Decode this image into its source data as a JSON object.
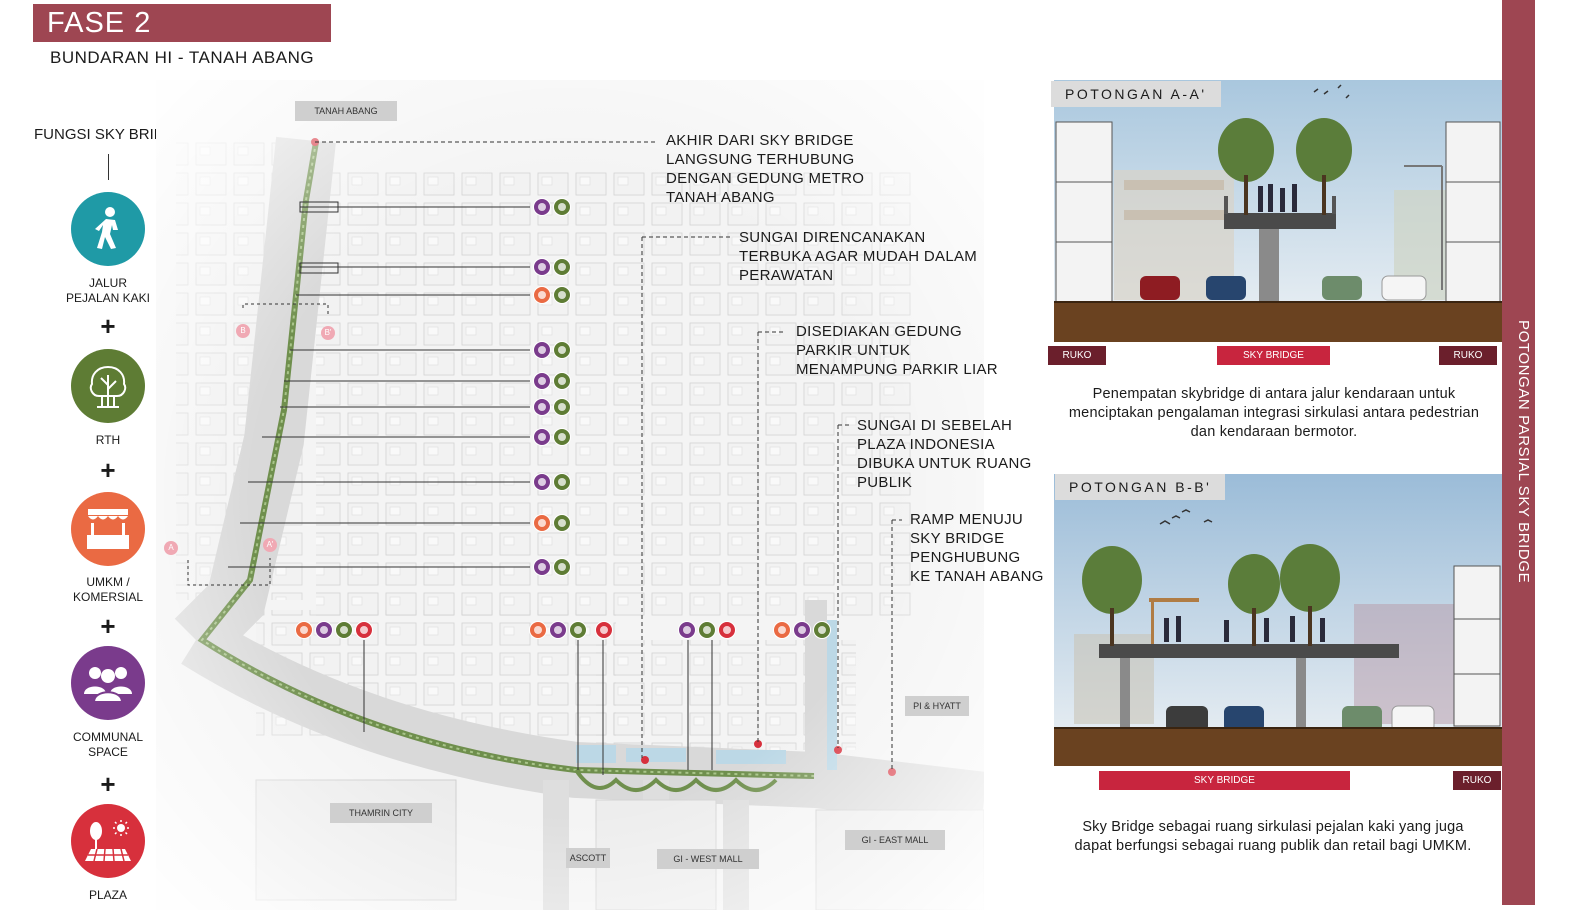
{
  "header": {
    "phase": "FASE 2",
    "subtitle": "BUNDARAN HI  -  TANAH ABANG"
  },
  "side_label": "POTONGAN PARSIAL SKY BRIDGE",
  "legend": {
    "title": "FUNGSI SKY BRIDGE",
    "items": [
      {
        "label": "JALUR\nPEJALAN KAKI",
        "icon": "pedestrian-icon",
        "color": "#1f9aa6"
      },
      {
        "label": "RTH",
        "icon": "tree-icon",
        "color": "#5e7c34"
      },
      {
        "label": "UMKM /\nKOMERSIAL",
        "icon": "kiosk-icon",
        "color": "#ea6a43"
      },
      {
        "label": "COMMUNAL\nSPACE",
        "icon": "people-icon",
        "color": "#7a3b8c"
      },
      {
        "label": "PLAZA",
        "icon": "plaza-icon",
        "color": "#d7303c"
      }
    ],
    "plus": "+"
  },
  "map": {
    "tags": {
      "tanah_abang": "TANAH ABANG",
      "pi_hyatt": "PI & HYATT",
      "thamrin_city": "THAMRIN CITY",
      "ascott": "ASCOTT",
      "gi_west": "GI - WEST MALL",
      "gi_east": "GI - EAST MALL"
    },
    "markers": {
      "a": "A",
      "a_prime": "A'",
      "b": "B",
      "b_prime": "B'"
    }
  },
  "notes": {
    "n1": "AKHIR DARI SKY BRIDGE\nLANGSUNG TERHUBUNG\nDENGAN GEDUNG METRO\nTANAH ABANG",
    "n2": "SUNGAI DIRENCANAKAN\nTERBUKA AGAR MUDAH DALAM\nPERAWATAN",
    "n3": "DISEDIAKAN GEDUNG\nPARKIR UNTUK\nMENAMPUNG PARKIR LIAR",
    "n4": "SUNGAI DI SEBELAH\nPLAZA INDONESIA\nDIBUKA UNTUK RUANG\nPUBLIK",
    "n5": "RAMP MENUJU\nSKY BRIDGE\nPENGHUBUNG\nKE TANAH ABANG"
  },
  "section_a": {
    "title": "POTONGAN A-A'",
    "left": "RUKO",
    "center": "SKY BRIDGE",
    "right": "RUKO",
    "caption": "Penempatan skybridge di antara jalur kendaraan untuk\nmenciptakan pengalaman integrasi sirkulasi antara pedestrian\ndan kendaraan bermotor."
  },
  "section_b": {
    "title": "POTONGAN B-B'",
    "center": "SKY BRIDGE",
    "right": "RUKO",
    "caption": "Sky Bridge sebagai ruang sirkulasi pejalan kaki yang juga\ndapat berfungsi sebagai ruang publik dan retail bagi UMKM."
  },
  "colors": {
    "accent": "#9e4652",
    "bar": "#c8253e",
    "dark_bar": "#6b1f2c",
    "soil": "#6a4220"
  }
}
